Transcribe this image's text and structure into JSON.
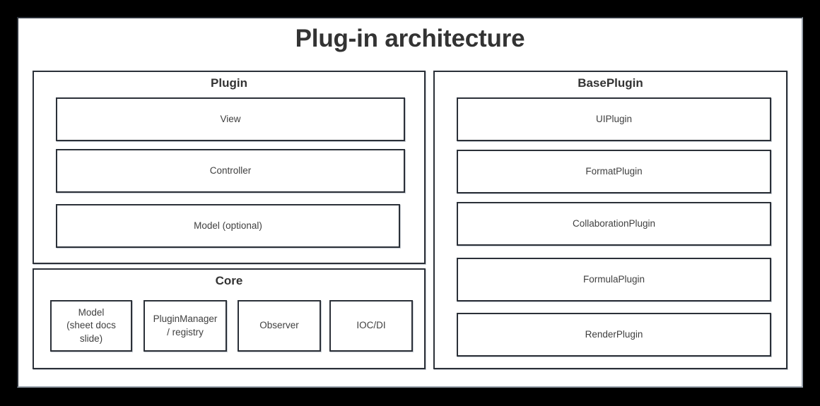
{
  "slide": {
    "title": "Plug-in architecture",
    "background_color": "#000000",
    "canvas_color": "#ffffff",
    "border_color": "#2b3038",
    "title_color": "#333333",
    "label_color": "#404040"
  },
  "panels": {
    "plugin": {
      "title": "Plugin",
      "items": [
        {
          "label": "View"
        },
        {
          "label": "Controller"
        },
        {
          "label": "Model (optional)"
        }
      ]
    },
    "core": {
      "title": "Core",
      "items": [
        {
          "label": "Model\n(sheet docs\nslide)"
        },
        {
          "label": "PluginManager\n/ registry"
        },
        {
          "label": "Observer"
        },
        {
          "label": "IOC/DI"
        }
      ]
    },
    "baseplugin": {
      "title": "BasePlugin",
      "items": [
        {
          "label": "UIPlugin"
        },
        {
          "label": "FormatPlugin"
        },
        {
          "label": "CollaborationPlugin"
        },
        {
          "label": "FormulaPlugin"
        },
        {
          "label": "RenderPlugin"
        }
      ]
    }
  }
}
